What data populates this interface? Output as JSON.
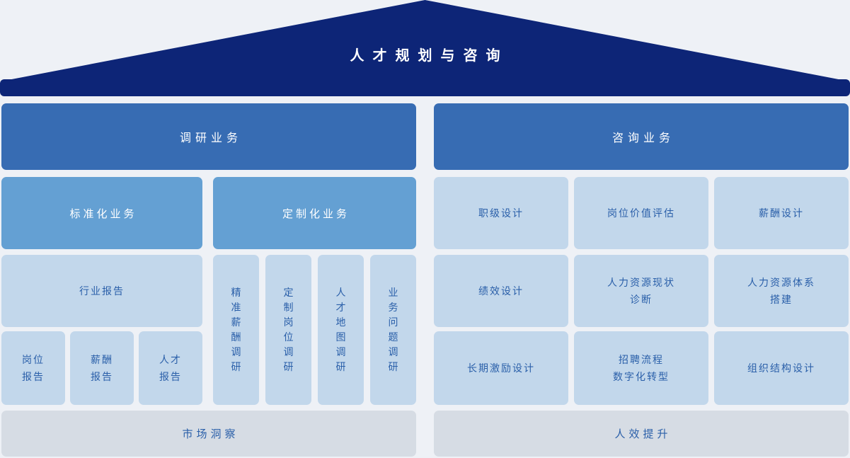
{
  "title": "人才规划与咨询",
  "colors": {
    "background": "#eef1f6",
    "roof": "#0d2577",
    "header_blue": "#376cb3",
    "subheader_blue": "#64a0d3",
    "light_blue_box": "#c2d7eb",
    "gray_bar": "#d6dce4",
    "box_text_blue": "#2a5fa9",
    "header_text": "#ffffff"
  },
  "left": {
    "header": "调研业务",
    "standard": {
      "label": "标准化业务",
      "industry_report": "行业报告",
      "reports": [
        "岗位\n报告",
        "薪酬\n报告",
        "人才\n报告"
      ]
    },
    "custom": {
      "label": "定制化业务",
      "items": [
        "精准薪酬调研",
        "定制岗位调研",
        "人才地图调研",
        "业务问题调研"
      ]
    },
    "footer": "市场洞察"
  },
  "right": {
    "header": "咨询业务",
    "grid": [
      [
        "职级设计",
        "岗位价值评估",
        "薪酬设计"
      ],
      [
        "绩效设计",
        "人力资源现状\n诊断",
        "人力资源体系\n搭建"
      ],
      [
        "长期激励设计",
        "招聘流程\n数字化转型",
        "组织结构设计"
      ]
    ],
    "footer": "人效提升"
  }
}
